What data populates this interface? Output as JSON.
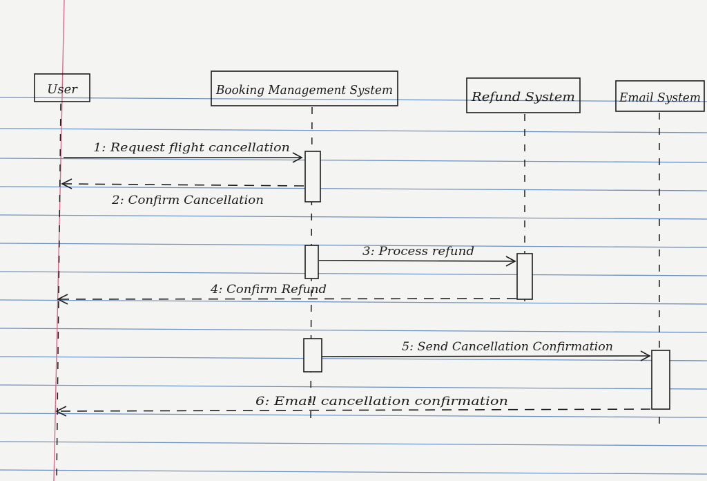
{
  "diagram": {
    "participants": [
      {
        "id": "user",
        "label": "User"
      },
      {
        "id": "bms",
        "label": "Booking Management System"
      },
      {
        "id": "refund",
        "label": "Refund System"
      },
      {
        "id": "email",
        "label": "Email System"
      }
    ],
    "messages": [
      {
        "label": "1: Request flight cancellation",
        "from": "user",
        "to": "bms",
        "kind": "sync"
      },
      {
        "label": "2: Confirm Cancellation",
        "from": "bms",
        "to": "user",
        "kind": "return"
      },
      {
        "label": "3: Process refund",
        "from": "bms",
        "to": "refund",
        "kind": "sync"
      },
      {
        "label": "4: Confirm Refund",
        "from": "refund",
        "to": "user",
        "kind": "return"
      },
      {
        "label": "5: Send Cancellation Confirmation",
        "from": "bms",
        "to": "email",
        "kind": "sync"
      },
      {
        "label": "6: Email cancellation confirmation",
        "from": "email",
        "to": "user",
        "kind": "return"
      }
    ]
  },
  "colors": {
    "paper": "#f4f4f2",
    "rule_line": "#3f6fb0",
    "margin_line": "#d86a8a",
    "ink": "#1c1c1c"
  }
}
